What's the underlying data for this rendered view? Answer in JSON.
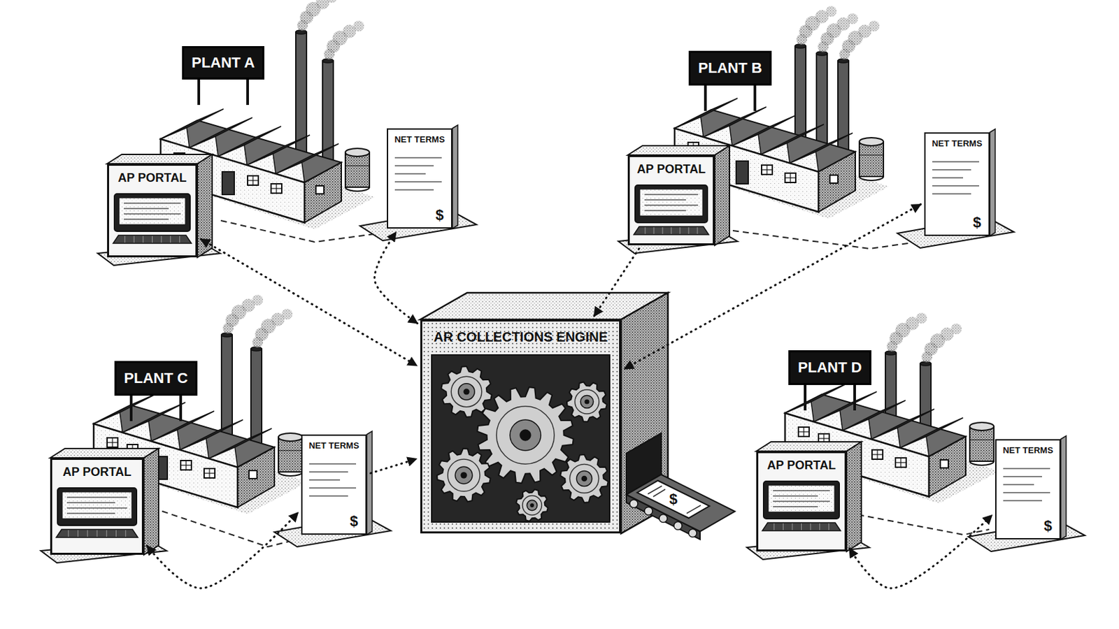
{
  "diagram": {
    "nodes": [
      {
        "text": [
          "PLANT A"
        ]
      },
      {
        "text": [
          "AP PORTAL"
        ]
      },
      {
        "text": [
          "NET TERMS",
          "$"
        ]
      },
      {
        "text": [
          "PLANT B"
        ]
      },
      {
        "text": [
          "AP PORTAL"
        ]
      },
      {
        "text": [
          "NET TERMS",
          "$"
        ]
      },
      {
        "text": [
          "AR COLLECTIONS ENGINE"
        ]
      },
      {
        "text": [
          "PLANT C"
        ]
      },
      {
        "text": [
          "AP PORTAL"
        ]
      },
      {
        "text": [
          "NET TERMS",
          "$"
        ]
      },
      {
        "text": [
          "PLANT D"
        ]
      },
      {
        "text": [
          "AP PORTAL"
        ]
      },
      {
        "text": [
          "NET TERMS",
          "$"
        ]
      }
    ],
    "edges": [
      {
        "from": 1,
        "to": 6,
        "arrow": "both"
      },
      {
        "from": 6,
        "to": 2,
        "arrow": "both"
      },
      {
        "from": 4,
        "to": 6,
        "arrow": "to"
      },
      {
        "from": 5,
        "to": 6,
        "arrow": "both"
      },
      {
        "from": 8,
        "to": 9,
        "arrow": "both"
      },
      {
        "from": 9,
        "to": 6,
        "arrow": "to"
      },
      {
        "from": 11,
        "to": 12,
        "arrow": "both"
      }
    ],
    "labels": [
      "$"
    ]
  }
}
